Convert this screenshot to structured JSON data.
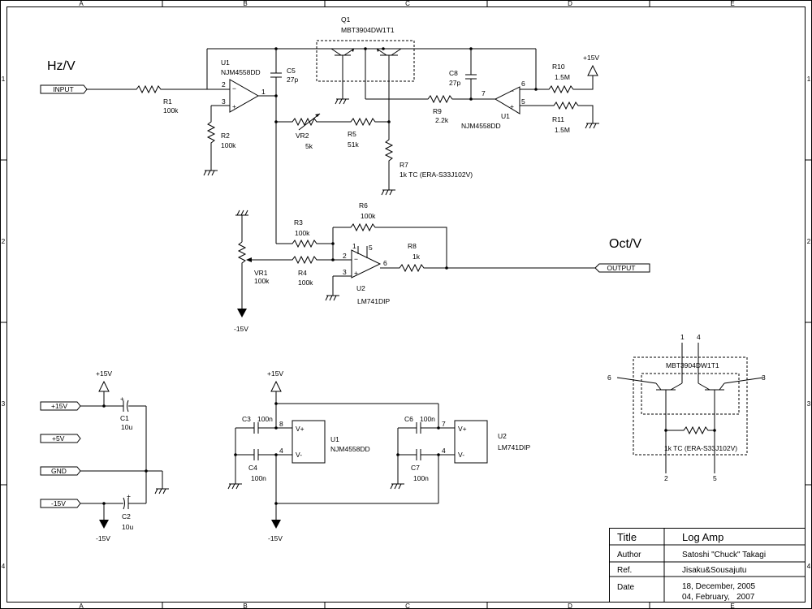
{
  "frame": {
    "cols": [
      "A",
      "B",
      "C",
      "D",
      "E"
    ],
    "rows": [
      "1",
      "2",
      "3",
      "4"
    ]
  },
  "schematic": {
    "input_label": "Hz/V",
    "output_label": "Oct/V",
    "ports": {
      "input": "INPUT",
      "output": "OUTPUT",
      "p15": "+15V",
      "p5": "+5V",
      "gnd": "GND",
      "m15": "-15V"
    },
    "rails": {
      "plus": "+15V",
      "minus": "-15V"
    },
    "components": {
      "u1_ref": "U1",
      "u1_part": "NJM4558DD",
      "u2_ref": "U2",
      "u2_part": "LM741DIP",
      "q1_ref": "Q1",
      "q1_part": "MBT3904DW1T1",
      "r1_ref": "R1",
      "r1_val": "100k",
      "r2_ref": "R2",
      "r2_val": "100k",
      "r3_ref": "R3",
      "r3_val": "100k",
      "r4_ref": "R4",
      "r4_val": "100k",
      "r5_ref": "R5",
      "r5_val": "51k",
      "r6_ref": "R6",
      "r6_val": "100k",
      "r7_ref": "R7",
      "r7_val": "1k TC (ERA-S33J102V)",
      "r8_ref": "R8",
      "r8_val": "1k",
      "r9_ref": "R9",
      "r9_val": "2.2k",
      "r10_ref": "R10",
      "r10_val": "1.5M",
      "r11_ref": "R11",
      "r11_val": "1.5M",
      "vr1_ref": "VR1",
      "vr1_val": "100k",
      "vr2_ref": "VR2",
      "vr2_val": "5k",
      "c1_ref": "C1",
      "c1_val": "10u",
      "c2_ref": "C2",
      "c2_val": "10u",
      "c3_ref": "C3",
      "c3_val": "100n",
      "c4_ref": "C4",
      "c4_val": "100n",
      "c5_ref": "C5",
      "c5_val": "27p",
      "c6_ref": "C6",
      "c6_val": "100n",
      "c7_ref": "C7",
      "c7_val": "100n",
      "c8_ref": "C8",
      "c8_val": "27p"
    },
    "pins": {
      "p1": "1",
      "p2": "2",
      "p3": "3",
      "p4": "4",
      "p5": "5",
      "p6": "6",
      "p7": "7",
      "p8": "8"
    },
    "supply_labels": {
      "vplus": "V+",
      "vminus": "V-"
    },
    "detail": {
      "part": "MBT3904DW1T1",
      "tc": "1k TC (ERA-S33J102V)"
    }
  },
  "title_block": {
    "title_label": "Title",
    "title_value": "Log Amp",
    "author_label": "Author",
    "author_value": "Satoshi \"Chuck\" Takagi",
    "ref_label": "Ref.",
    "ref_value": "Jisaku&Sousajutu",
    "date_label": "Date",
    "date_value_1": "18, December, 2005",
    "date_value_2": "04, February,   2007"
  }
}
